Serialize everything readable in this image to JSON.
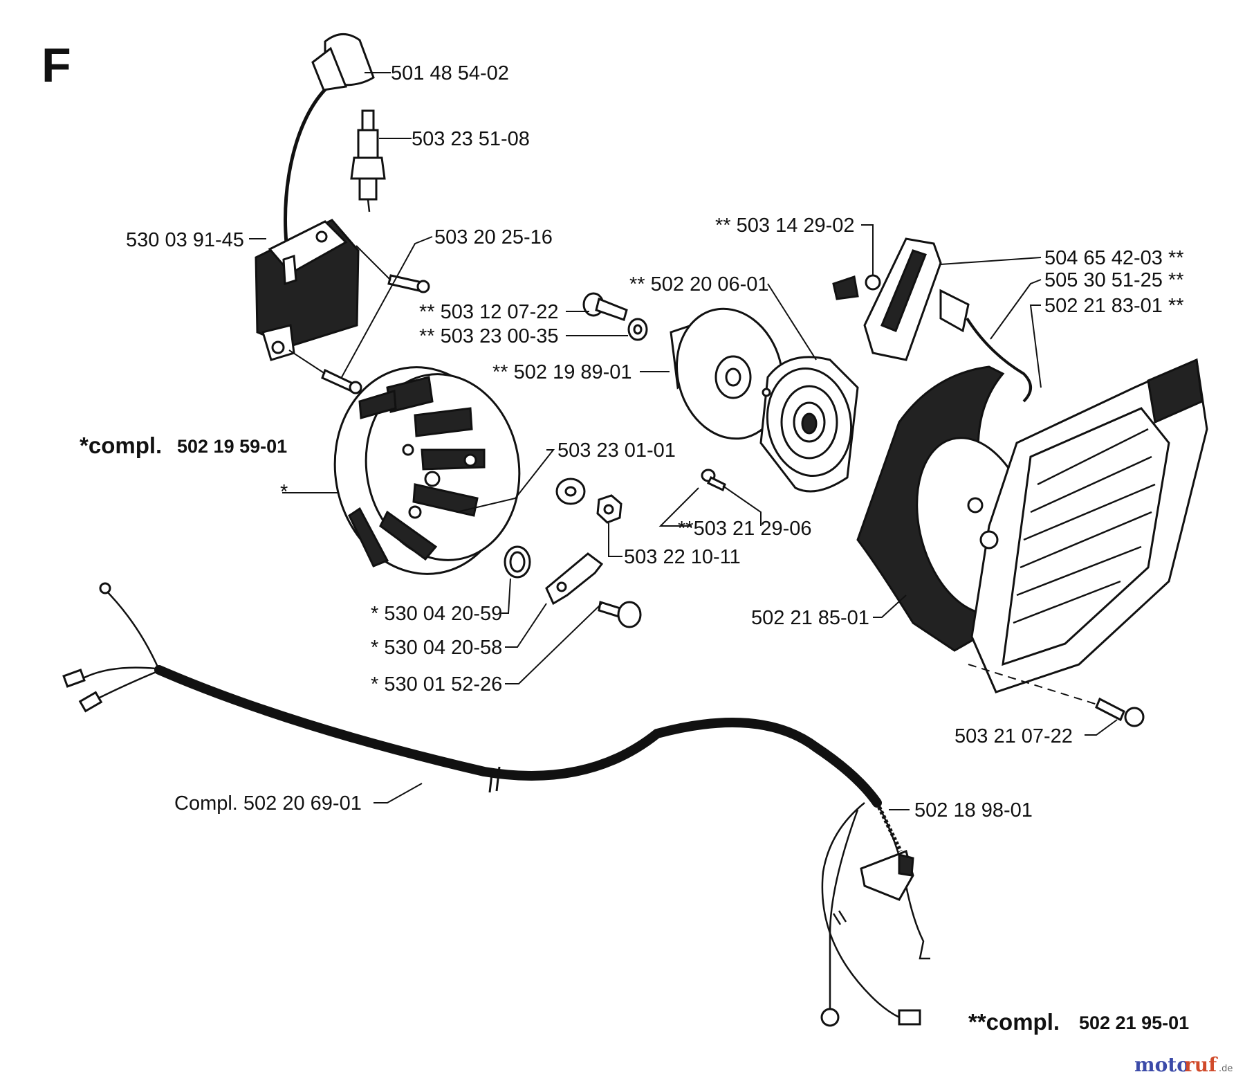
{
  "section_letter": "F",
  "kits": {
    "flywheel_kit": {
      "prefix": "*compl.",
      "number": "502 19 59-01"
    },
    "starter_kit": {
      "prefix": "**compl.",
      "number": "502 21 95-01"
    }
  },
  "parts": {
    "spark_plug_cap": "501 48 54-02",
    "spark_plug": "503 23 51-08",
    "ignition_module": "530 03 91-45",
    "module_screw": "503 20 25-16",
    "pulley_screw": "** 503 14 29-02",
    "starter_handle": "504 65 42-03 **",
    "starter_rope": "505 30 51-25 **",
    "starter_cover": "502 21 83-01 **",
    "spring_cassette": "** 502 20 06-01",
    "center_screw": "** 503 12 07-22",
    "washer": "** 503 23 00-35",
    "rope_pulley": "** 502 19 89-01",
    "flywheel_washer": "503 23 01-01",
    "flywheel_star": "*",
    "flywheel_nut": "503 22 10-11",
    "cassette_screw": "**503 21 29-06",
    "pawl_spring": "* 530 04 20-59",
    "pawl": "* 530 04 20-58",
    "pawl_pin": "* 530 01 52-26",
    "fan_housing": "502 21 85-01",
    "housing_screw": "503 21 07-22",
    "cable_compl": "Compl. 502 20 69-01",
    "cable_protection": "502 18 98-01"
  },
  "watermark": {
    "brand_a": "moto",
    "brand_b": "ruf",
    "tld": ".de"
  }
}
